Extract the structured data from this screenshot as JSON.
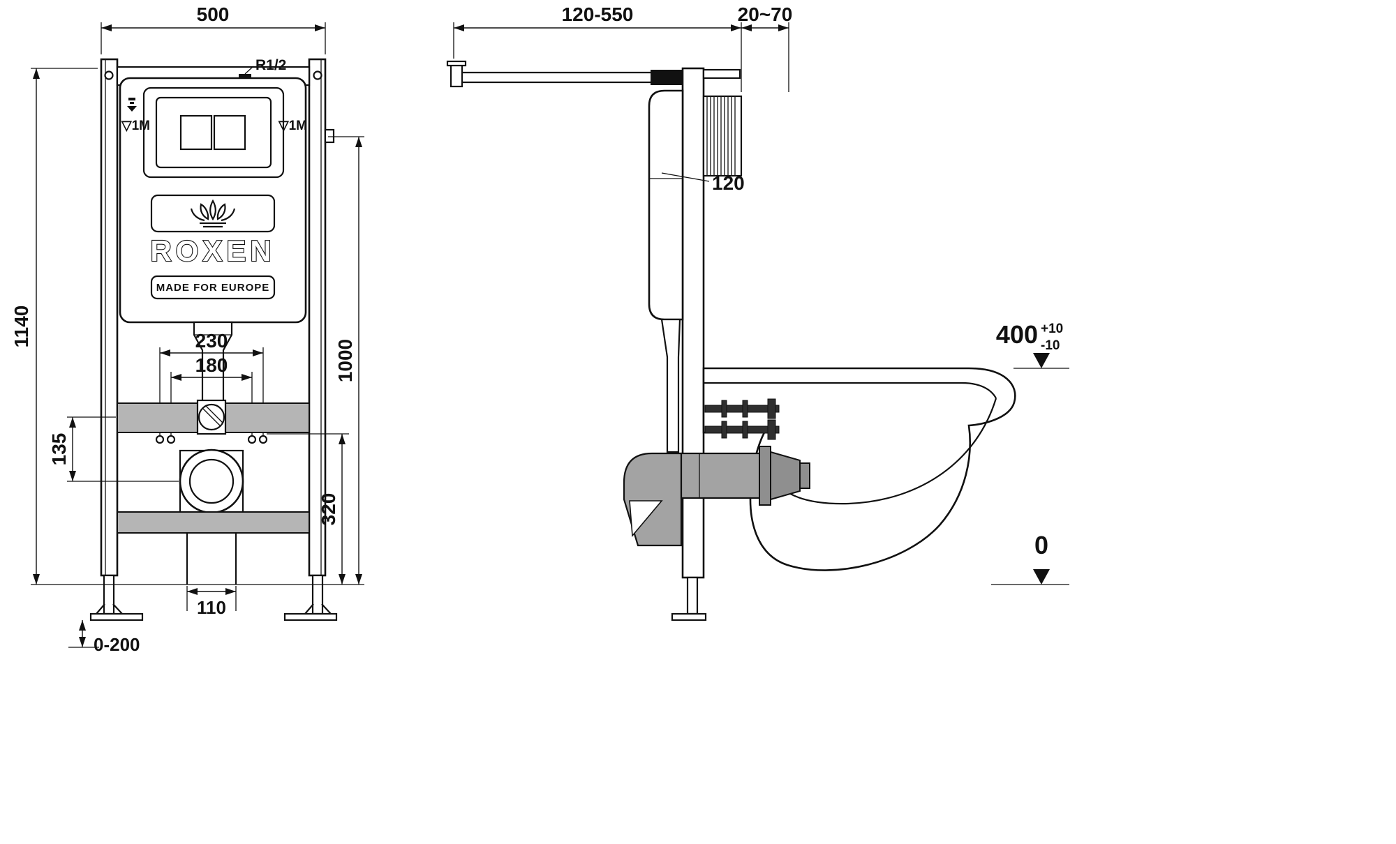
{
  "front_view": {
    "brand": "ROXEN",
    "tagline": "MADE FOR EUROPE",
    "thread_label": "R1/2",
    "water_mark_left": "▽1M",
    "water_mark_right": "▽1M",
    "dim_width": "500",
    "dim_total_height": "1140",
    "dim_plate_height": "1000",
    "dim_bolt_outer": "230",
    "dim_bolt_inner": "180",
    "dim_bracket_offset": "135",
    "dim_outlet_height": "320",
    "dim_outlet_width": "110",
    "dim_leg_adjust": "0-200"
  },
  "side_view": {
    "dim_supply_range": "120-550",
    "dim_wall_thickness": "20~70",
    "dim_frame_depth": "120",
    "seat_height": "400",
    "seat_tol_plus": "+10",
    "seat_tol_minus": "-10",
    "floor_level": "0"
  }
}
